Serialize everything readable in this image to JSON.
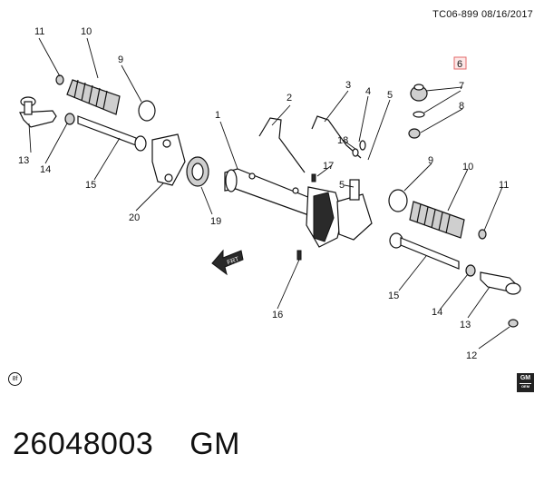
{
  "header": {
    "code": "TC06-899",
    "date": "08/16/2017"
  },
  "footer": {
    "part_number": "26048003",
    "brand": "GM"
  },
  "symbols": {
    "copyright_mark": "8f",
    "logo_text": "GM",
    "logo_sub": "OEM"
  },
  "callouts": {
    "c1": "1",
    "c2": "2",
    "c3": "3",
    "c4": "4",
    "c5a": "5",
    "c5b": "5",
    "c6": "6",
    "c7": "7",
    "c8": "8",
    "c9a": "9",
    "c9b": "9",
    "c10a": "10",
    "c10b": "10",
    "c11a": "11",
    "c11b": "11",
    "c12": "12",
    "c13a": "13",
    "c13b": "13",
    "c14a": "14",
    "c14b": "14",
    "c15a": "15",
    "c15b": "15",
    "c16": "16",
    "c17": "17",
    "c18": "18",
    "c19": "19",
    "c20": "20"
  },
  "frt_label": "FRT",
  "highlight_color": "#e46a6a"
}
